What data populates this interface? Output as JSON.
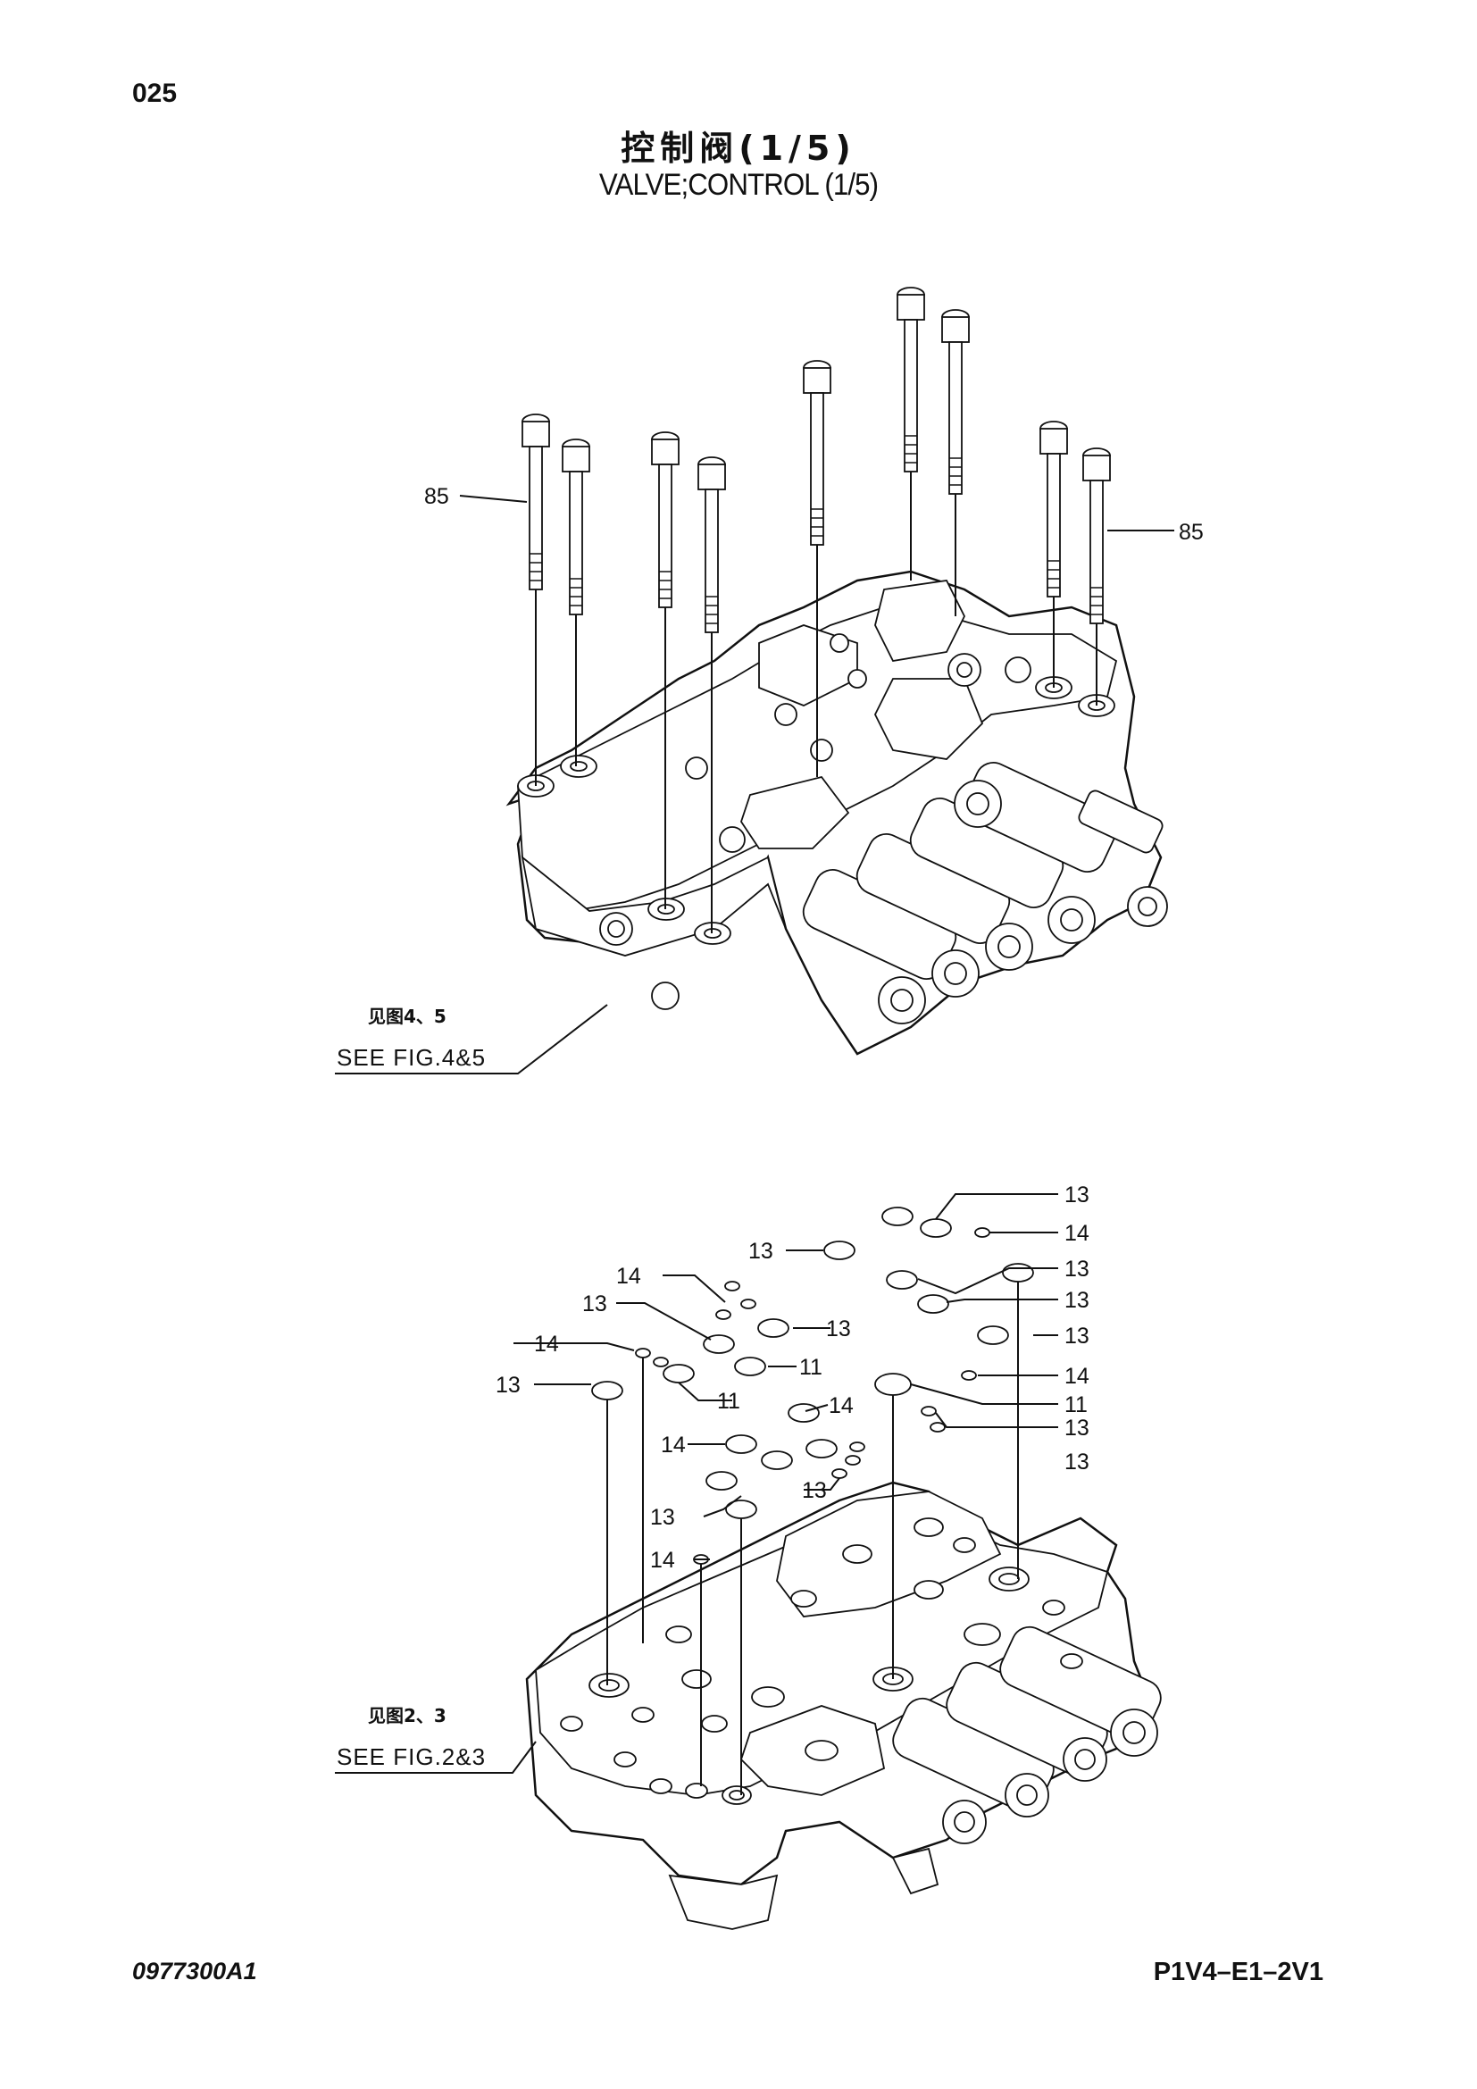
{
  "header": {
    "page_number": "025",
    "title_cn": "控制阀(1/5)",
    "title_en": "VALVE;CONTROL (1/5)"
  },
  "top_figure": {
    "bolt_label_left": "85",
    "bolt_label_right": "85",
    "see_cn": "见图4、5",
    "see_en": "SEE FIG.4&5"
  },
  "bottom_figure": {
    "see_cn": "见图2、3",
    "see_en": "SEE FIG.2&3",
    "callouts": [
      {
        "id": "c1",
        "text": "13"
      },
      {
        "id": "c2",
        "text": "14"
      },
      {
        "id": "c3",
        "text": "13"
      },
      {
        "id": "c4",
        "text": "14"
      },
      {
        "id": "c5",
        "text": "13"
      },
      {
        "id": "c6",
        "text": "13"
      },
      {
        "id": "c7",
        "text": "13"
      },
      {
        "id": "c8",
        "text": "13"
      },
      {
        "id": "c9",
        "text": "14"
      },
      {
        "id": "c10",
        "text": "13"
      },
      {
        "id": "c11",
        "text": "14"
      },
      {
        "id": "c12",
        "text": "11"
      },
      {
        "id": "c13",
        "text": "13"
      },
      {
        "id": "c14",
        "text": "11"
      },
      {
        "id": "c15",
        "text": "11"
      },
      {
        "id": "c16",
        "text": "14"
      },
      {
        "id": "c17",
        "text": "13"
      },
      {
        "id": "c18",
        "text": "14"
      },
      {
        "id": "c19",
        "text": "13"
      },
      {
        "id": "c20",
        "text": "13"
      },
      {
        "id": "c21",
        "text": "14"
      }
    ]
  },
  "footer": {
    "drawing_code": "0977300A1",
    "model_code": "P1V4–E1–2V1"
  }
}
